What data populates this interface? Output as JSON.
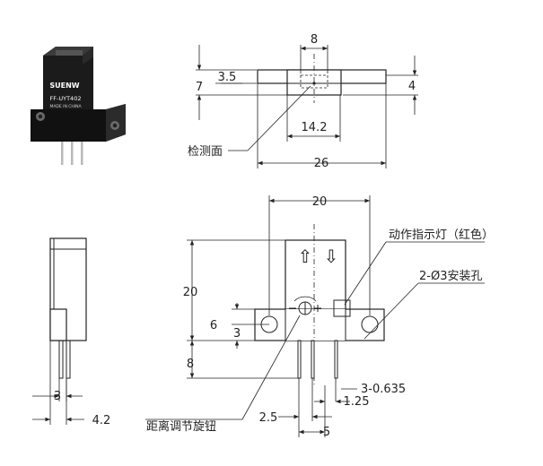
{
  "product": {
    "brand": "SUENW",
    "model": "FF-UYT402",
    "origin": "MADE IN CHINA"
  },
  "top_view": {
    "dims": {
      "width_8": "8",
      "height_7": "7",
      "offset_3_5": "3.5",
      "depth_4": "4",
      "span_14_2": "14.2",
      "total_26": "26"
    },
    "label_detect_face": "检测面"
  },
  "front_view": {
    "dims": {
      "width_20": "20",
      "height_20": "20",
      "hole_6": "6",
      "hole_3": "3",
      "pin_8": "8",
      "pin_2_5": "2.5",
      "pin_1_25": "1.25",
      "pin_5": "5",
      "pin_spec": "3-0.635"
    },
    "label_indicator": "动作指示灯（红色）",
    "label_holes": "2-Ø3安装孔",
    "label_knob": "距离调节旋钮",
    "arrow_up": "⇧",
    "arrow_down": "⇩"
  },
  "side_view": {
    "dims": {
      "d3": "3",
      "d4_2": "4.2"
    }
  }
}
